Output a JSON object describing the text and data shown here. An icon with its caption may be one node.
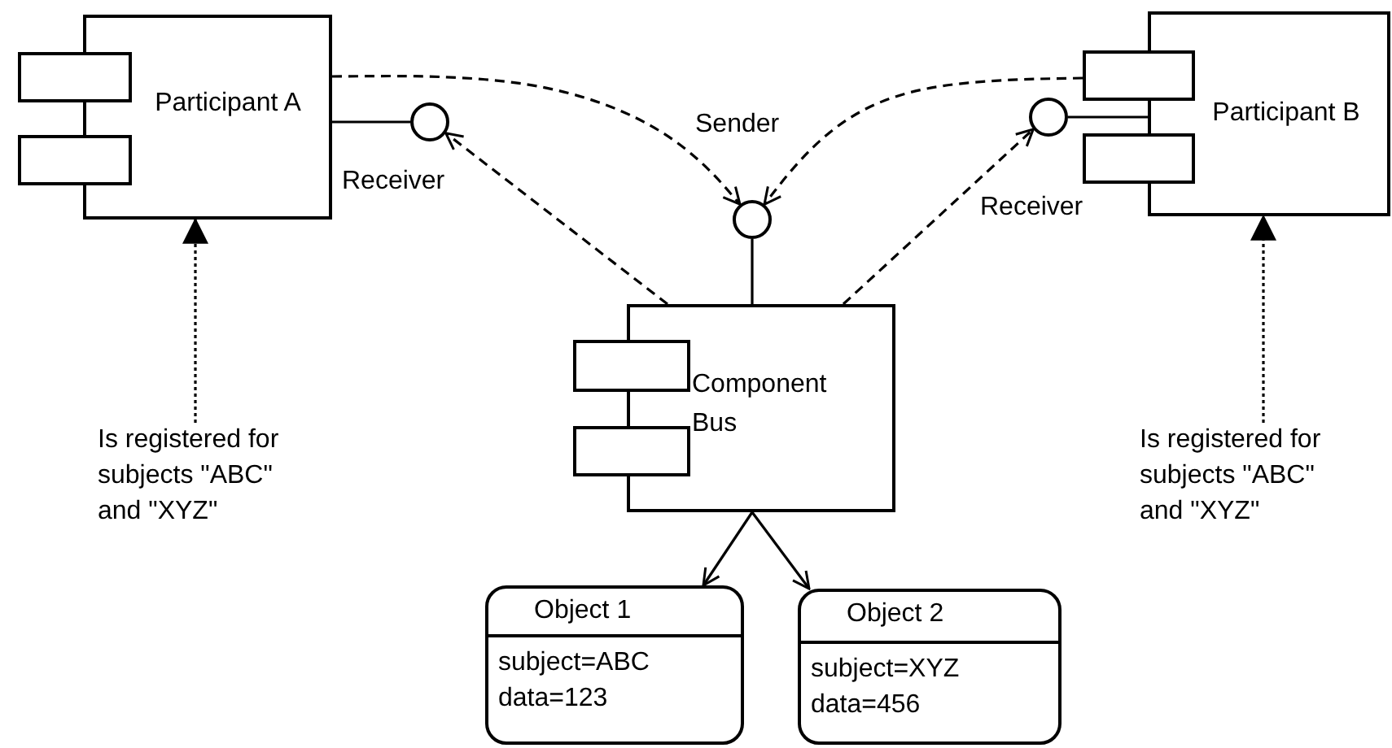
{
  "diagram": {
    "nodes": [
      {
        "text": [
          "Participant A"
        ]
      },
      {
        "text": [],
        "shape": "circle"
      },
      {
        "text": [],
        "shape": "circle",
        "beside": [
          "Sender"
        ]
      },
      {
        "text": [
          "Participant B"
        ]
      },
      {
        "text": [],
        "shape": "circle"
      },
      {
        "text": [
          "Component Bus"
        ]
      },
      {
        "text": [
          "Object 1",
          "subject=ABC data=123"
        ]
      },
      {
        "text": [
          "Object 2",
          "subject=XYZ data=456"
        ]
      },
      {
        "text": [
          "Is registered for subjects \"ABC\" and \"XYZ\""
        ]
      },
      {
        "text": [
          "Is registered for subjects \"ABC\" and \"XYZ\""
        ]
      }
    ],
    "edges": [
      {
        "from": 0,
        "to": 1,
        "arrow": "none"
      },
      {
        "from": 3,
        "to": 4,
        "arrow": "none"
      },
      {
        "from": 5,
        "to": 2,
        "arrow": "none"
      },
      {
        "from": 0,
        "to": 2,
        "arrow": "to",
        "style": "dashed"
      },
      {
        "from": 3,
        "to": 2,
        "arrow": "to",
        "style": "dashed"
      },
      {
        "from": 5,
        "to": 1,
        "arrow": "to",
        "style": "dashed"
      },
      {
        "from": 5,
        "to": 4,
        "arrow": "to",
        "style": "dashed"
      },
      {
        "from": 5,
        "to": 6,
        "arrow": "to"
      },
      {
        "from": 5,
        "to": 7,
        "arrow": "to"
      },
      {
        "from": 8,
        "to": 0,
        "arrow": "to",
        "style": "dashed"
      },
      {
        "from": 9,
        "to": 3,
        "arrow": "to",
        "style": "dashed"
      }
    ],
    "labels": [
      "Receiver",
      "Receiver"
    ]
  }
}
